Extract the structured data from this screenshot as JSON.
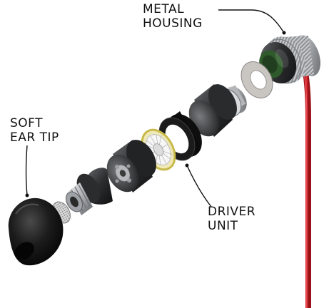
{
  "callouts": {
    "metal_housing": [
      "METAL",
      "HOUSING"
    ],
    "soft_ear_tip": [
      "SOFT",
      "EAR TIP"
    ],
    "driver_unit": [
      "DRIVER",
      "UNIT"
    ]
  },
  "colors": {
    "cable": "#d8232a",
    "ear_tip": "#141414",
    "metal": "#b9bcc0",
    "dark_metal": "#3a3b3d",
    "driver_ring": "#e3d77a",
    "green_gasket": "#2f5a2b"
  }
}
